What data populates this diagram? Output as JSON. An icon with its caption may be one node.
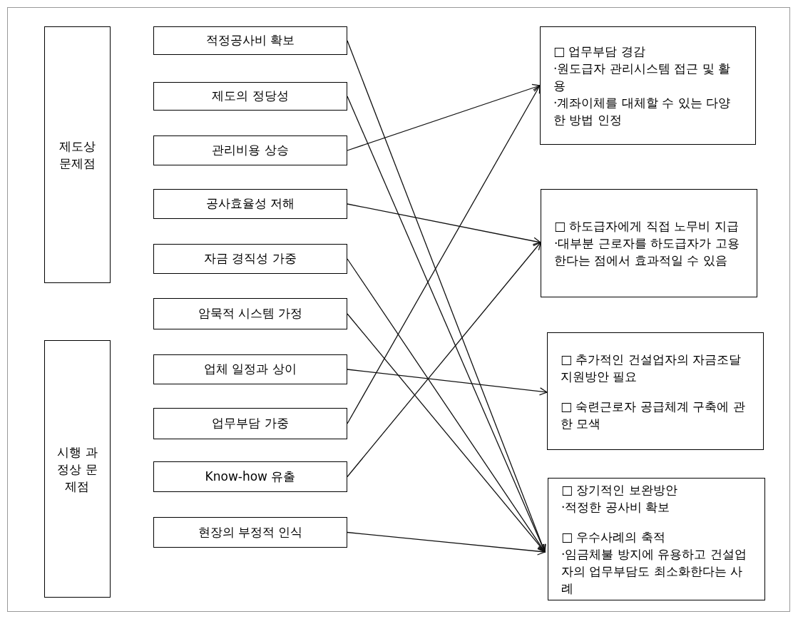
{
  "diagram": {
    "nodes": [
      {
        "text": [
          "제도상 문제점"
        ]
      },
      {
        "text": [
          "시행 과정상 문제점"
        ]
      },
      {
        "text": [
          "적정공사비 확보"
        ]
      },
      {
        "text": [
          "제도의 정당성"
        ]
      },
      {
        "text": [
          "관리비용 상승"
        ]
      },
      {
        "text": [
          "공사효율성 저해"
        ]
      },
      {
        "text": [
          "자금 경직성 가중"
        ]
      },
      {
        "text": [
          "암묵적 시스템 가정"
        ]
      },
      {
        "text": [
          "업체 일정과 상이"
        ]
      },
      {
        "text": [
          "업무부담 가중"
        ]
      },
      {
        "text": [
          "Know-how 유출"
        ]
      },
      {
        "text": [
          "현장의 부정적 인식"
        ]
      },
      {
        "text": [
          "□ 업무부담 경감",
          "·원도급자 관리시스템 접근 및 활용",
          "·계좌이체를 대체할 수 있는 다양한 방법 인정"
        ]
      },
      {
        "text": [
          "□ 하도급자에게 직접 노무비 지급",
          "·대부분 근로자를 하도급자가 고용한다는 점에서 효과적일 수 있음"
        ]
      },
      {
        "text": [
          "□ 추가적인 건설업자의 자금조달 지원방안 필요",
          "□ 숙련근로자 공급체계 구축에 관한 모색"
        ]
      },
      {
        "text": [
          "□ 장기적인 보완방안",
          "·적정한 공사비 확보",
          "□ 우수사례의 축적",
          "·임금체불 방지에 유용하고 건설업자의 업무부담도 최소화한다는 사례"
        ]
      }
    ],
    "edges": [
      {
        "from": 2,
        "to": 15,
        "arrow": "to"
      },
      {
        "from": 3,
        "to": 15,
        "arrow": "to"
      },
      {
        "from": 4,
        "to": 12,
        "arrow": "to"
      },
      {
        "from": 5,
        "to": 13,
        "arrow": "to"
      },
      {
        "from": 6,
        "to": 15,
        "arrow": "to"
      },
      {
        "from": 7,
        "to": 15,
        "arrow": "to"
      },
      {
        "from": 8,
        "to": 14,
        "arrow": "to"
      },
      {
        "from": 9,
        "to": 12,
        "arrow": "to"
      },
      {
        "from": 10,
        "to": 13,
        "arrow": "to"
      },
      {
        "from": 11,
        "to": 15,
        "arrow": "to"
      }
    ]
  }
}
